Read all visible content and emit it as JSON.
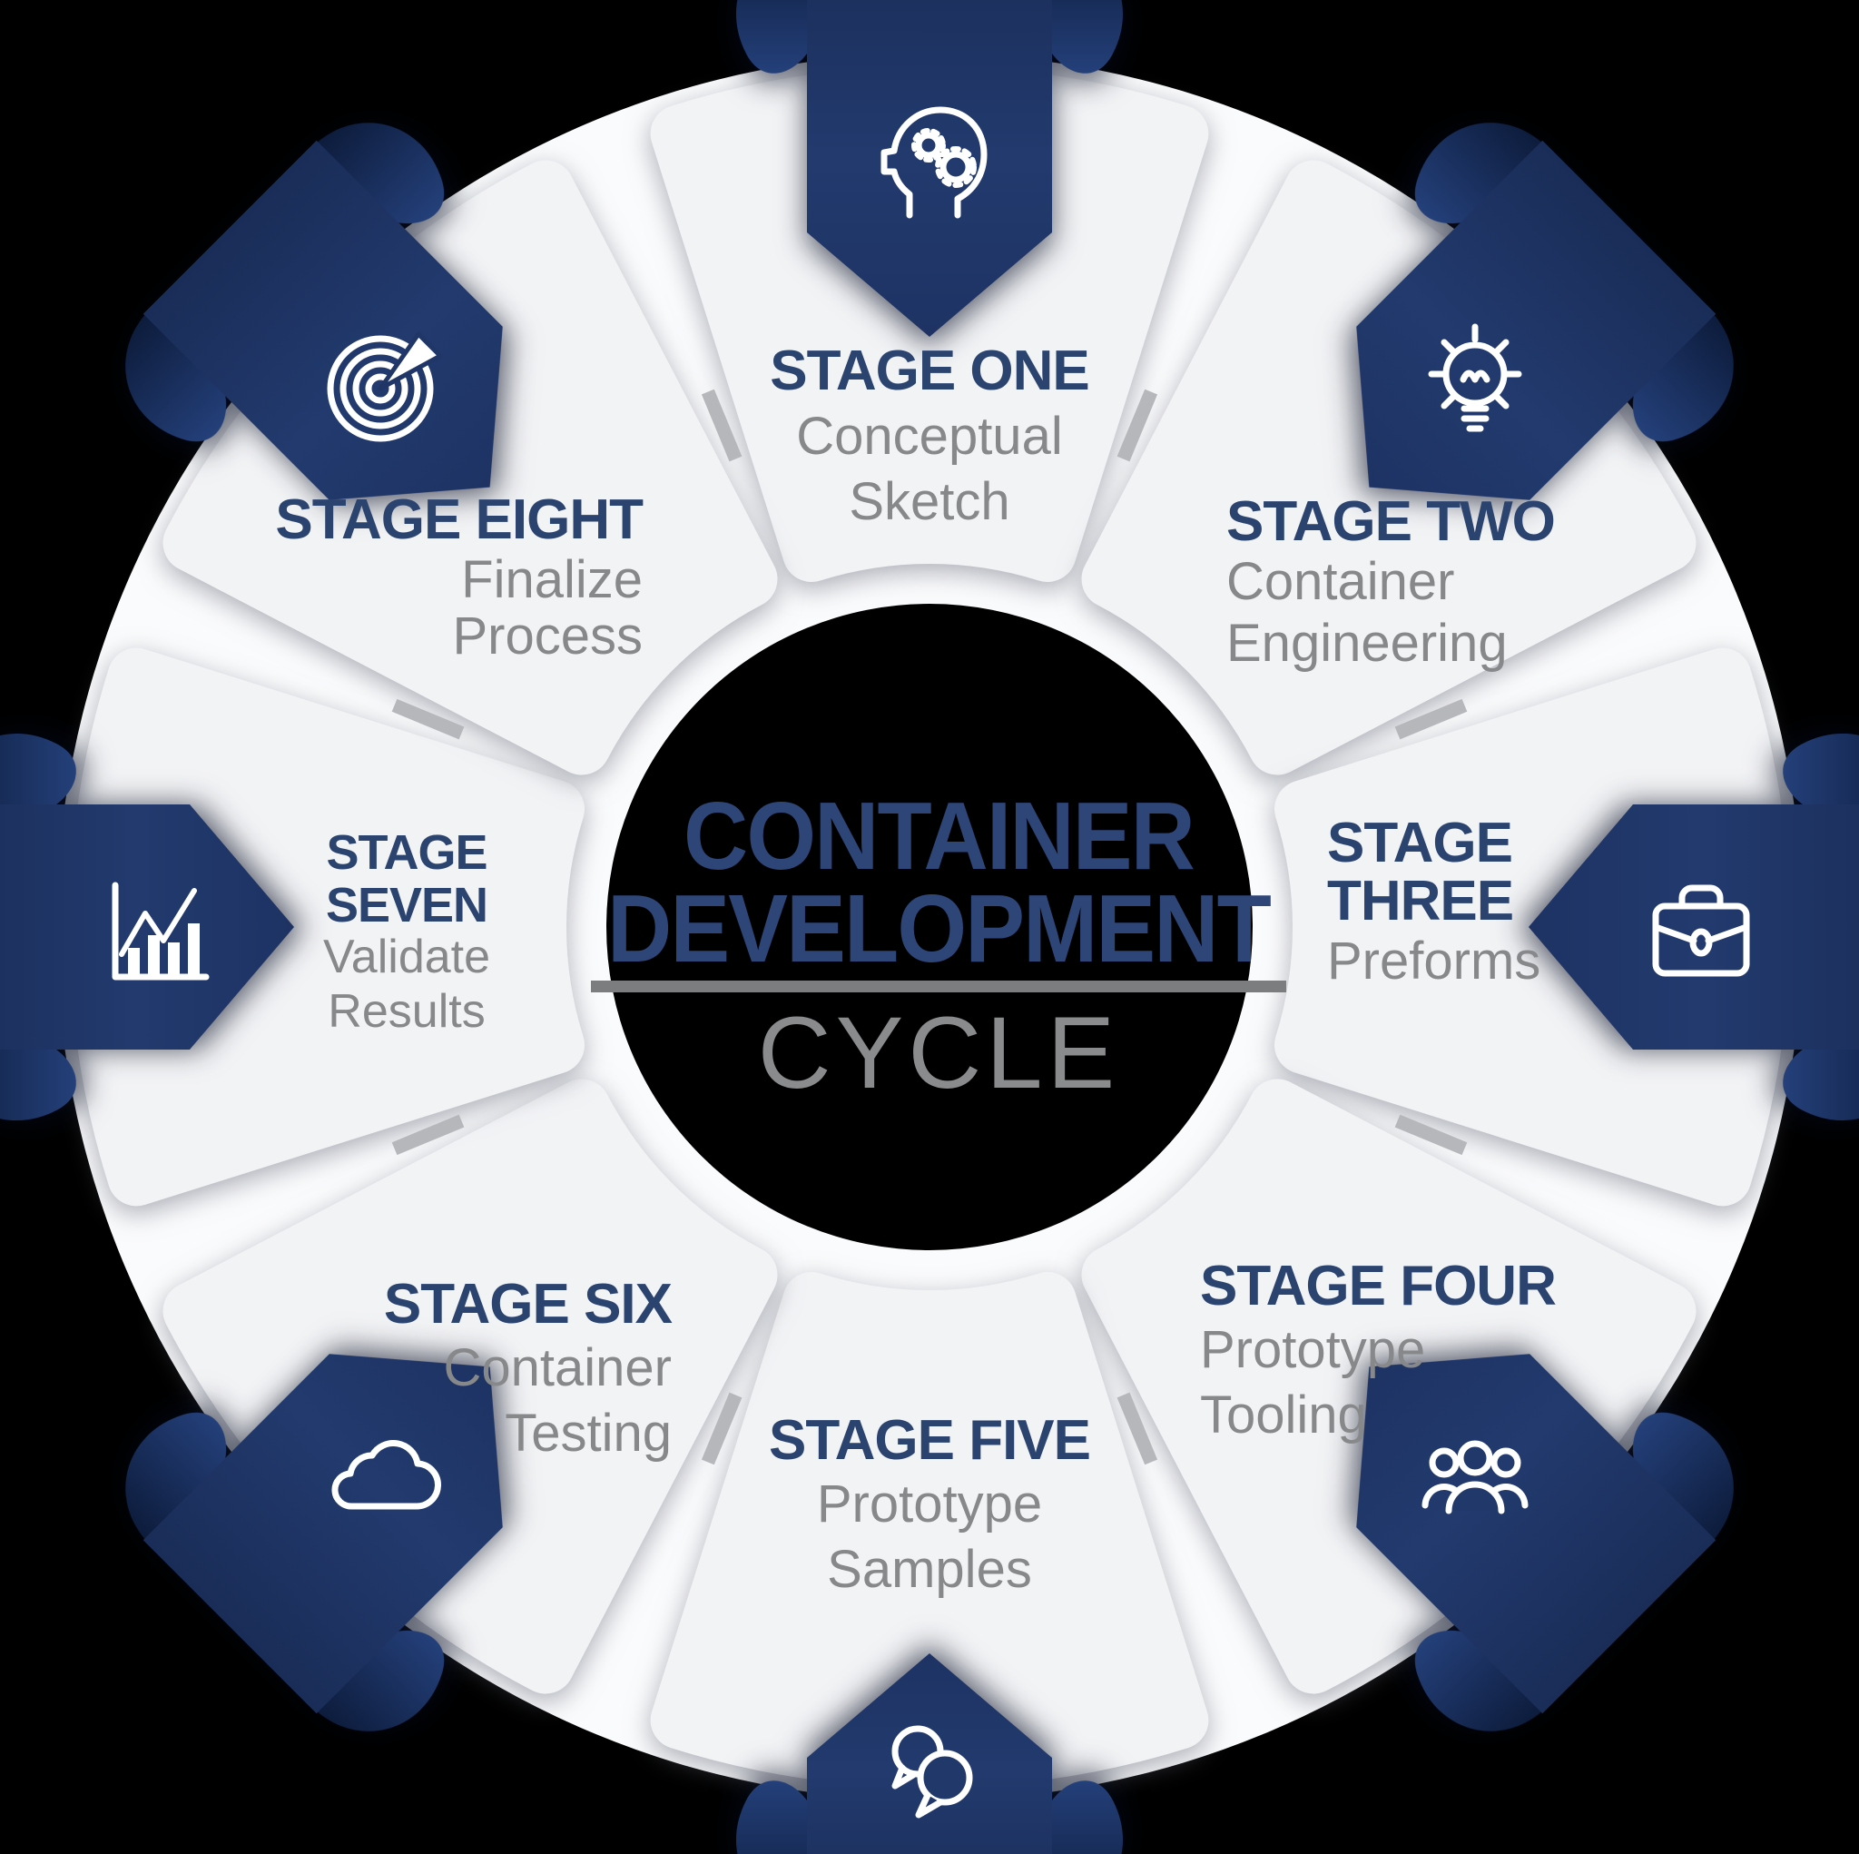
{
  "background": "#000000",
  "center": {
    "line1": "CONTAINER",
    "line2": "DEVELOPMENT",
    "line3": "CYCLE"
  },
  "colors": {
    "ribbon_blue": "#21386b",
    "ribbon_dark": "#13264d",
    "title_blue": "#2b436f",
    "center_blue": "#2d4577",
    "subtitle_gray": "#87888a",
    "cycle_gray": "#8a8b8d",
    "underline_gray": "#7c7d7f",
    "petal_fill": "#f2f3f5",
    "base_ring": "#fafbfc",
    "tick_gray": "#b5b7ba",
    "icon_stroke": "#ffffff"
  },
  "stages": [
    {
      "id": "one",
      "angle": -90,
      "icon": "head-gears-icon",
      "title_lines": [
        "STAGE ONE"
      ],
      "subtitle_lines": [
        "Conceptual",
        "Sketch"
      ]
    },
    {
      "id": "two",
      "angle": -45,
      "icon": "lightbulb-icon",
      "title_lines": [
        "STAGE TWO"
      ],
      "subtitle_lines": [
        "Container",
        "Engineering"
      ]
    },
    {
      "id": "three",
      "angle": 0,
      "icon": "briefcase-icon",
      "title_lines": [
        "STAGE",
        "THREE"
      ],
      "subtitle_lines": [
        "Preforms"
      ]
    },
    {
      "id": "four",
      "angle": 45,
      "icon": "team-icon",
      "title_lines": [
        "STAGE FOUR"
      ],
      "subtitle_lines": [
        "Prototype",
        "Tooling"
      ]
    },
    {
      "id": "five",
      "angle": 90,
      "icon": "chat-bubbles-icon",
      "title_lines": [
        "STAGE FIVE"
      ],
      "subtitle_lines": [
        "Prototype",
        "Samples"
      ]
    },
    {
      "id": "six",
      "angle": 135,
      "icon": "cloud-icon",
      "title_lines": [
        "STAGE SIX"
      ],
      "subtitle_lines": [
        "Container",
        "Testing"
      ]
    },
    {
      "id": "seven",
      "angle": 180,
      "icon": "bar-chart-icon",
      "title_lines": [
        "STAGE",
        "SEVEN"
      ],
      "subtitle_lines": [
        "Validate",
        "Results"
      ]
    },
    {
      "id": "eight",
      "angle": 225,
      "icon": "target-arrow-icon",
      "title_lines": [
        "STAGE EIGHT"
      ],
      "subtitle_lines": [
        "Finalize",
        "Process"
      ]
    }
  ]
}
